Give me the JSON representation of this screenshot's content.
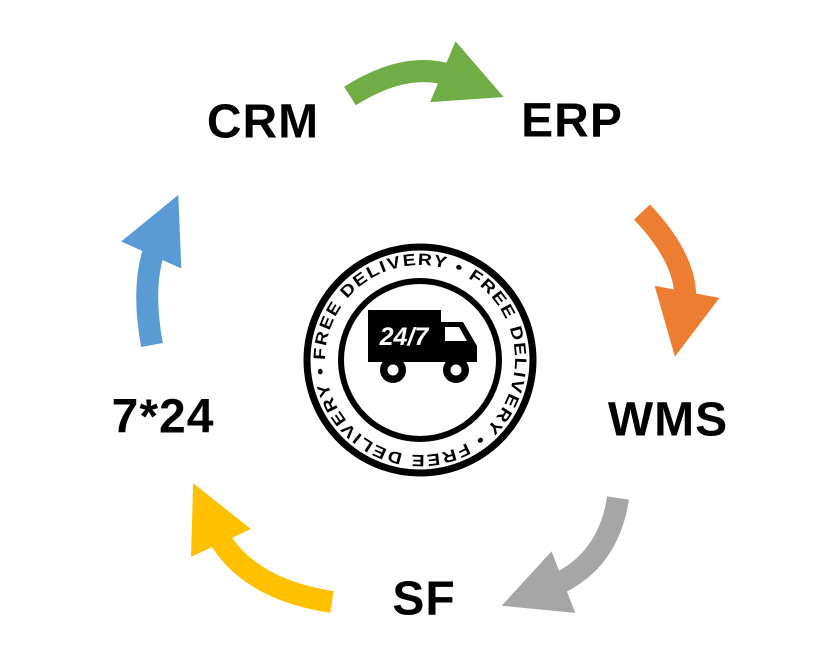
{
  "diagram": {
    "type": "cycle",
    "nodes": [
      {
        "id": "crm",
        "label": "CRM"
      },
      {
        "id": "erp",
        "label": "ERP"
      },
      {
        "id": "wms",
        "label": "WMS"
      },
      {
        "id": "sf",
        "label": "SF"
      },
      {
        "id": "s724",
        "label": "7*24"
      }
    ],
    "arrows": [
      {
        "name": "crm-to-erp",
        "color": "#70AD47"
      },
      {
        "name": "erp-to-wms",
        "color": "#ED7D31"
      },
      {
        "name": "wms-to-sf",
        "color": "#A6A6A6"
      },
      {
        "name": "sf-to-724",
        "color": "#FFC000"
      },
      {
        "name": "724-to-crm",
        "color": "#5B9BD5"
      }
    ],
    "badge": {
      "ring_text": "FREE DELIVERY • FREE DELIVERY • FREE DELIVERY •",
      "truck_label": "24/7",
      "ink_color": "#000000"
    }
  }
}
